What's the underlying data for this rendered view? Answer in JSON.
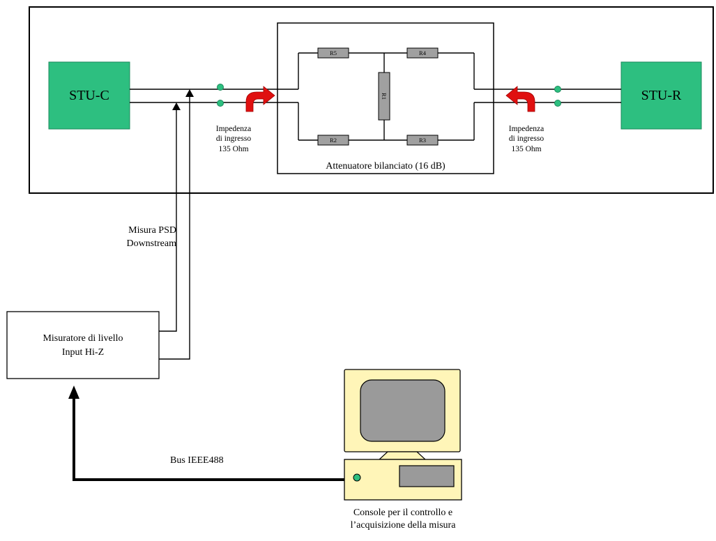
{
  "stu_c": {
    "label": "STU-C"
  },
  "stu_r": {
    "label": "STU-R"
  },
  "resistors": {
    "r1": "R1",
    "r2": "R2",
    "r3": "R3",
    "r4": "R4",
    "r5": "R5"
  },
  "impedance_left": {
    "line1": "Impedenza",
    "line2": "di ingresso",
    "line3": "135 Ohm"
  },
  "impedance_right": {
    "line1": "Impedenza",
    "line2": "di ingresso",
    "line3": "135 Ohm"
  },
  "attenuator": {
    "label": "Attenuatore bilanciato (16 dB)"
  },
  "psd": {
    "line1": "Misura PSD",
    "line2": "Downstream"
  },
  "meter": {
    "line1": "Misuratore di livello",
    "line2": "Input Hi-Z"
  },
  "bus": {
    "label": "Bus IEEE488"
  },
  "console": {
    "line1": "Console per il controllo e",
    "line2": "l’acquisizione della misura"
  },
  "colors": {
    "stu_fill": "#2dbf80",
    "resistor_fill": "#a0a0a0",
    "terminal": "#2dbf80",
    "arrow_red": "#e01010",
    "computer_body": "#fff5b8",
    "screen": "#9a9a9a"
  }
}
